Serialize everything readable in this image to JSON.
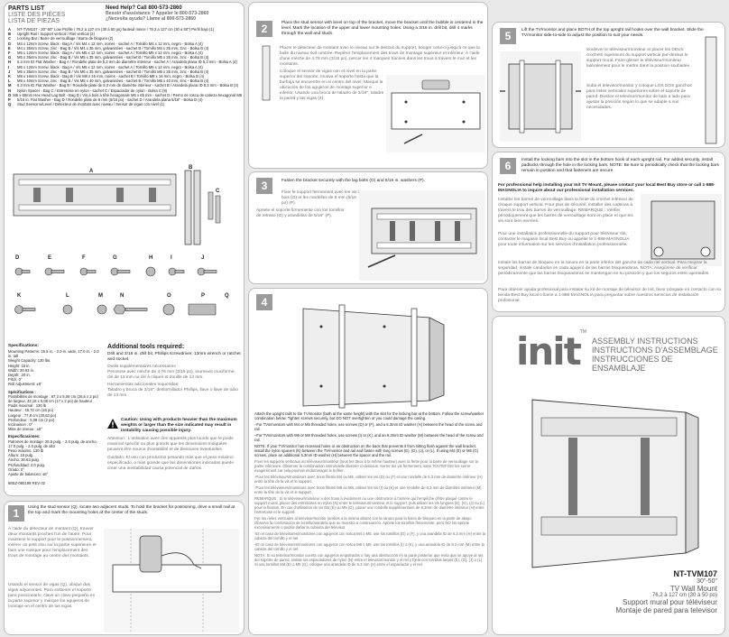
{
  "parts": {
    "title_en": "PARTS LIST",
    "title_fr": "LISTE DES PIÈCES",
    "title_es": "LISTA DE PIEZAS",
    "help_en": "Need Help? Call 800-573-2860",
    "help_fr": "Besoin d'assistance ? Appeler le 800-573-2860",
    "help_es": "¿Necesita ayuda? Llame al 800-573-2860",
    "items": [
      {
        "k": "A",
        "t": "NT-TVM107 - 30\"-50\" Low Profile / 76.2 à 127 cm (30 à 50 po) fauteuil mince / 76.2 a 127 cm (30 a 50\") Perfil bajo (1)"
      },
      {
        "k": "B",
        "t": "Upright Rail / Support vertical / Riel vertical (2)"
      },
      {
        "k": "C",
        "t": "Locking Bar / Barre de verrouillage / Barra de bloqueo (2)"
      },
      {
        "k": "D",
        "t": "M4 x 12mm Screw, black - Bag A / Vis M4 x 12 mm, noires - sachet A / Tornillo M4 x 12 mm, negro - Bolsa A (4)"
      },
      {
        "k": "E",
        "t": "M4 x 35mm Screw, zinc - Bag B / Vis M4 x 35 mm, galvanisées - sachet B / Tornillo M4 x 35 mm, zinc - Bolsa B (4)"
      },
      {
        "k": "F",
        "t": "M5 x 12mm Screw, black - Bag A / Vis M5 x 12 mm, noires - sachet A / Tornillo M5 x 12 mm, negro - Bolsa A (4)"
      },
      {
        "k": "G",
        "t": "M5 x 35mm Screw, zinc - Bag B / Vis M5 x 35 mm, galvanisées - sachet B / Tornillo M5 x 35 mm, zinc - Bolsa B (4)"
      },
      {
        "k": "H",
        "t": "5.3 mm ID Flat Washer - Bag A / Rondelle plate de 5,3 mm de diamètre intérieur - sachet A / Arandela plana ID 5,3 mm - Bolsa A (4)"
      },
      {
        "k": "I",
        "t": "M6 x 12mm Screw, black - Bag A / Vis M6 x 12 mm, noires - sachet A / Tornillo M6 x 12 mm, negro - Bolsa A (4)"
      },
      {
        "k": "J",
        "t": "M6 x 35mm Screw, zinc - Bag B / Vis M6 x 35 mm, galvanisées - sachet B / Tornillo M6 x 35 mm, zinc - Bolsa B (4)"
      },
      {
        "k": "K",
        "t": "M8 x 16mm Screw, black - Bag B / Vis M8 x 16 mm, noires - sachet B / Tornillo M8 x 16 mm, negro - Bolsa B (4)"
      },
      {
        "k": "L",
        "t": "M8 x 40mm Screw, zinc - Bag B / Vis M8 x 40 mm, galvanisées - sachet B / Tornillo M8 x 40 mm, zinc - Bolsa B (4)"
      },
      {
        "k": "M",
        "t": "8.3 mm ID Flat Washer - Bag B / Rondelle plate de 8,3 mm de diamètre intérieur - sachet B / Arandela plana ID 8,3 mm - Bolsa B (4)"
      },
      {
        "k": "N",
        "t": "Nylon Spacer - Bag C / Entretoise en nylon - sachet C / Espaciador de nylon - Bolsa C (8)"
      },
      {
        "k": "O",
        "t": "M6 x 65mm Hex Head Lag Bolt - Bag D / Vis à bois à tête hexagonale M6 x 65 mm - sachet D / Perno de rosca de cabeza hexagonal M6 x 65 mm - Bolsa D (4)"
      },
      {
        "k": "P",
        "t": "5/16 in. Flat Washer - Bag D / Rondelle plate de 8 mm (5/16 po) - sachet D / Arandela plana 5/16\" - Bolsa D (4)"
      },
      {
        "k": "Q",
        "t": "Stud Sensor w/Level / Détecteur de montant avec niveau / Sensor de vigas con nivel (1)"
      }
    ],
    "diagram_letters": [
      "A",
      "B",
      "C",
      "D",
      "E",
      "F",
      "G",
      "H",
      "I",
      "J",
      "K",
      "L",
      "M",
      "N",
      "O",
      "P",
      "Q"
    ]
  },
  "specs": {
    "heading": "Specifications:",
    "lines": [
      "Mounting Patterns: 26.5 in. - 2.0 in. wide, 17.0 in. - 2.0 in. tall",
      "Weight Capacity: 130 lbs.",
      "Height: 18 in.",
      "Width: 30.63 in.",
      "Depth: .20 in.",
      "Pitch: 0°",
      "Roll Adjustment: ±8°"
    ],
    "fr_heading": "Spécifications :",
    "fr_lines": [
      "Possibilités de montage : 67,3 x 5,08 cm (26,5 x 2 po) de largeur, 43,18 x 5,08 cm (17 x 2 po) de hauteur",
      "Poids maximal : 130 lb",
      "Hauteur : 45,72 cm (18 po)",
      "Largeur : 77,8 cm (30,63 po)",
      "Profondeur : 5,08 cm (2 po)",
      "Inclinaison : 0°",
      "Mise de niveau : ±8°"
    ],
    "es_heading": "Especificaciones:",
    "es_lines": [
      "Patrones de montaje: 26.5 pulg. - 2.0 pulg. de ancho, 17.0 pulg. - 2.0 pulg. de alto",
      "Peso máximo: 130 lb",
      "Altura: 18 pulg.",
      "Ancho: 30.63 pulg.",
      "Profundidad: 2.0 pulg.",
      "Grado: 0°",
      "Ajuste de balanceo: ±8°"
    ],
    "code": "88SZ-060199 REV 02"
  },
  "tools": {
    "heading": "Additional tools required:",
    "en": "Drill and 3/16 in. drill bit, Phillips screwdriver, 13mm wrench or ratchet and socket.",
    "fr_head": "Outils supplémentaires nécessaires :",
    "fr": "Perceuse avec mèche de 4,76 mm (3/16 po), tournevis cruciforme, clé de 13 mm ou clé à cliquet et douille de 13 mm.",
    "es_head": "Herramientas adicionales requeridas:",
    "es": "Taladro y broca de 3/16\", destornillador Phillips, llave o llave de tubo de 13 mm."
  },
  "caution": {
    "en": "Caution: Using with products heavier than the maximum weights or larger than the size indicated may result in instability causing possible injury.",
    "fr": "Attention : L'utilisation avec des appareils plus lourds que le poids maximal spécifié ou plus grands que les dimensions indiquées peuvent être source d'instabilité et de blessures éventuelles.",
    "es": "Cuidado: El uso con productos pesando más que el peso máximo especificado, o más grande que las dimensiones indicadas puede crear una inestabilidad causa potencial de daños."
  },
  "step1": {
    "num": "1",
    "en": "Using the stud sensor (Q), locate two adjacent studs. To hold the bracket for positioning, drive a small nail at the top and mark the mounting holes at the center of the studs.",
    "fr": "À l'aide du détecteur de montant (Q), trouver deux montants proches l'un de l'autre. Pour maintenir le support pour le positionnement, insérer un petit clou sur la partie supérieure et faire une marque pour l'emplacement des trous de montage au centre des montants.",
    "es": "Usando el sensor de vigas (Q), ubique dos vigas adyacentes. Para sostener el soporte para posicionarlo, clave un clavo pequeño en la parte superior y marque los agujeros de montaje en el centro de las vigas."
  },
  "step2": {
    "num": "2",
    "en": "Place the stud sensor with level on top of the bracket, move the bracket until the bubble is centered in the level. Mark the location of the upper and lower mounting holes. Using a 3/16 in. drill bit, drill 4 marks through the wall and studs.",
    "fr": "Placer le détecteur de montant avec le niveau sur le dessus du support, bouger celui-ci jusqu'à ce que la bulle du niveau soit centrée. Repérer l'emplacement des trous de montage supérieur et inférieur. À l'aide d'une mèche de 4,76 mm (3/16 po), percer les 4 marques tracées dans les trous à travers le mur et les montants.",
    "es": "Coloque el sensor de vigas con el nivel en la parte superior del soporte, mueva el soporte hasta que la burbuja se encuentre en el centro del nivel. Marque la ubicación de los agujeros de montaje superior e inferior. Usando una broca de taladro de 3/16\", taladre la pared y las vigas (4)."
  },
  "step3": {
    "num": "3",
    "en": "Fasten the bracket securely with the lag bolts (O) and 5/16 in. washers (P).",
    "fr": "Fixer le support fermement avec les vis à bois (O) et les rondelles de 8 mm (5/16 po) (P).",
    "es": "Apriete el soporte firmemente con los tornillos de retraso (O) y arandelas de 5/16\" (P)."
  },
  "step4": {
    "num": "4",
    "paras": [
      "Attach the upright rails to the TV/monitor (both at the same height) with the slot for the locking bar at the bottom. Follow the screw/washer combination below. Tighten screws securely, but DO NOT overtighten or you could damage the casing.",
      "–For TVs/monitors with M4 or M5 threaded holes, use screws (D) or (F), and a 5.3mm ID washer (H) between the head of the screw and rail.",
      "–For TVs/monitors with M6 or M8 threaded holes, use screws (I) or (K), and an 8.3mm ID washer (M) between the head of the screw and rail.",
      "NOTE: If your TV/monitor has recessed holes or an obstruction on the back that prevents it from sitting flush against the wall bracket, install the nylon spacers (N) between the TV/monitor and rail and fasten with long screws (E), (G), (J), or (L). If using M4 (E) or M5 (G) screws, place an additional 5.3mm ID washer (H) between the spacer and the rail.",
      "Fixer les supports verticaux au téléviseur/moniteur (tous les deux à la même hauteur) avec la fente pour la barre de verrouillage sur la partie inférieure. Observer la combinaison vis/rondelle illustrée ci-dessous. Serrer les vis fermement, sans TOUTEFOIS les serrer exagérément car cela pourrait endommager le boîtier.",
      "-Pour les téléviseurs/moniteurs avec trous filetés M4 ou M5, utiliser les vis (D) ou (F) et une rondelle de 5,3 mm de diamètre intérieur (H) entre la tête de la vis et le support.",
      "-Pour les téléviseurs/moniteurs avec trous filetés M6 ou M8, utiliser les vis (I) ou (K) et une rondelle de 8,3 mm de diamètre intérieur (M) entre la tête de la vis et le support.",
      "REMARQUE : Si le téléviseur/moniteur a des trous à évidement ou une obstruction à l'arrière qui l'empêche d'être plaqué contre le support mural, placer des entretoises en nylon (N) entre le téléviseur/moniteur et le support, puis utiliser les vis longues (E), (G), (J) ou (L) pour la fixation. En cas d'utilisation de vis M4 (E) ou M5 (G), placer une rondelle supplémentaire de 5,3mm de diamètre intérieur (H) entre l'entretoise et le support.",
      "Fije los rieles verticales al televisor/monitor (ambos a la misma altura) con la ranura para la barra de bloqueo en la parte de abajo. Observe la combinación de tornillo/arandela que se muestra a continuación. Apriete los tornillos firmemente, pero NO los apriete excesivamente o podría dañar la cubierta del televisor.",
      "-En el caso de televisores/monitores con agujeros con rosca M4 o M5, use los tornillos (D) o (F), y una arandela ID de 5.3 mm (H) entre la cabeza del tornillo y el riel.",
      "-En el caso de televisores/monitores con agujeros con rosca M6 o M8, use los tornillos (I) o (K), y una arandela ID de 8.3 mm (M) entre la cabeza del tornillo y el riel.",
      "NOTA: Si su televisor/monitor cuenta con agujeros empotrados o hay una obstrucción en la parte posterior que evita que se apoye al ras del soporte de pared, instale los espaciadores de nylon (N) entre el televisor/monitor y el riel y fíjelo con tornillos largos (E), (G), (J) o (L). Si usa tornillos M4 (E) o M5 (G), coloque una arandela ID de 5.3 mm (H) entre el espaciador y el riel."
    ]
  },
  "step5": {
    "num": "5",
    "en": "Lift the TV/monitor and place BOTH of the top upright rail hooks over the wall bracket. Slide the TV/monitor side-to-side to adjust the position to suit your needs.",
    "fr": "Soulever le téléviseur/moniteur et placer les DEUX crochets supérieurs du support vertical par-dessus le support mural. Faire glisser le téléviseur/moniteur latéralement pour le mettre dans la position souhaitée.",
    "es": "Suba el televisor/monitor y coloque LOS DOS ganchos para rieles verticales superiores sobre el soporte de pared. Deslice el televisor/monitor de lado a lado para ajustar la posición según lo que se adapte a sus necesidades."
  },
  "step6": {
    "num": "6",
    "en": "Install the locking bars into the slot in the bottom hook of each upright rail. For added security, install padlocks through the hole in the locking bars. NOTE: Be sure to periodically check that the locking bars remain in position and that fasteners are secure.",
    "pro_en": "For professional help installing your Init TV Mount, please contact your local Best Buy store or call 1-888-MAGNOLIA to inquire about our professional installation services.",
    "fr": "Installer les barres de verrouillage dans la fente du crochet inférieur de chaque support vertical. Pour plus de sécurité, installer des cadenas à travers le trou des barres de verrouillage. REMARQUE : Vérifier périodiquement que les barres de verrouillage sont en place et que les vis sont bien serrées.",
    "pro_fr": "Pour une installation professionnelle du support pour téléviseur Init, contacter le magasin local Best Buy ou appeler le 1-888-MAGNOLIA pour toute information sur les services d'installation professionnelle.",
    "es": "Instale las barras de bloqueo en la ranura en la parte inferior del gancho de cada riel vertical. Para mejorar la seguridad, instale candados en cada agujero de las barras bloqueadoras. NOTA: Asegúrese de verificar periódicamente que las barras bloqueadoras se mantengan en su posición y que los seguros estén apretados.",
    "pro_es": "Para obtener ayuda profesional para instalar su kit de montaje de televisor de Init, favor póngase en contacto con su tienda Best Buy local o llame a 1-888-MAGNOLIA para preguntar sobre nuestros servicios de instalación profesional."
  },
  "brand": {
    "logo": "init",
    "tm": "TM",
    "title_en": "ASSEMBLY INSTRUCTIONS",
    "title_fr": "INSTRUCTIONS D'ASSEMBLAGE",
    "title_es": "INSTRUCCIONES DE ENSAMBLAJE",
    "model": "NT-TVM107",
    "size": "30\"-50\"",
    "name_en": "TV Wall Mount",
    "size_metric": "76,2 à 127 cm (30 à 50 po)",
    "name_fr": "Support mural pour téléviseur",
    "name_es": "Montaje de pared para televisor"
  },
  "colors": {
    "step_badge": "#9a9a9a",
    "panel_border": "#bcbcbc",
    "brand_grey": "#7a7a7a"
  }
}
